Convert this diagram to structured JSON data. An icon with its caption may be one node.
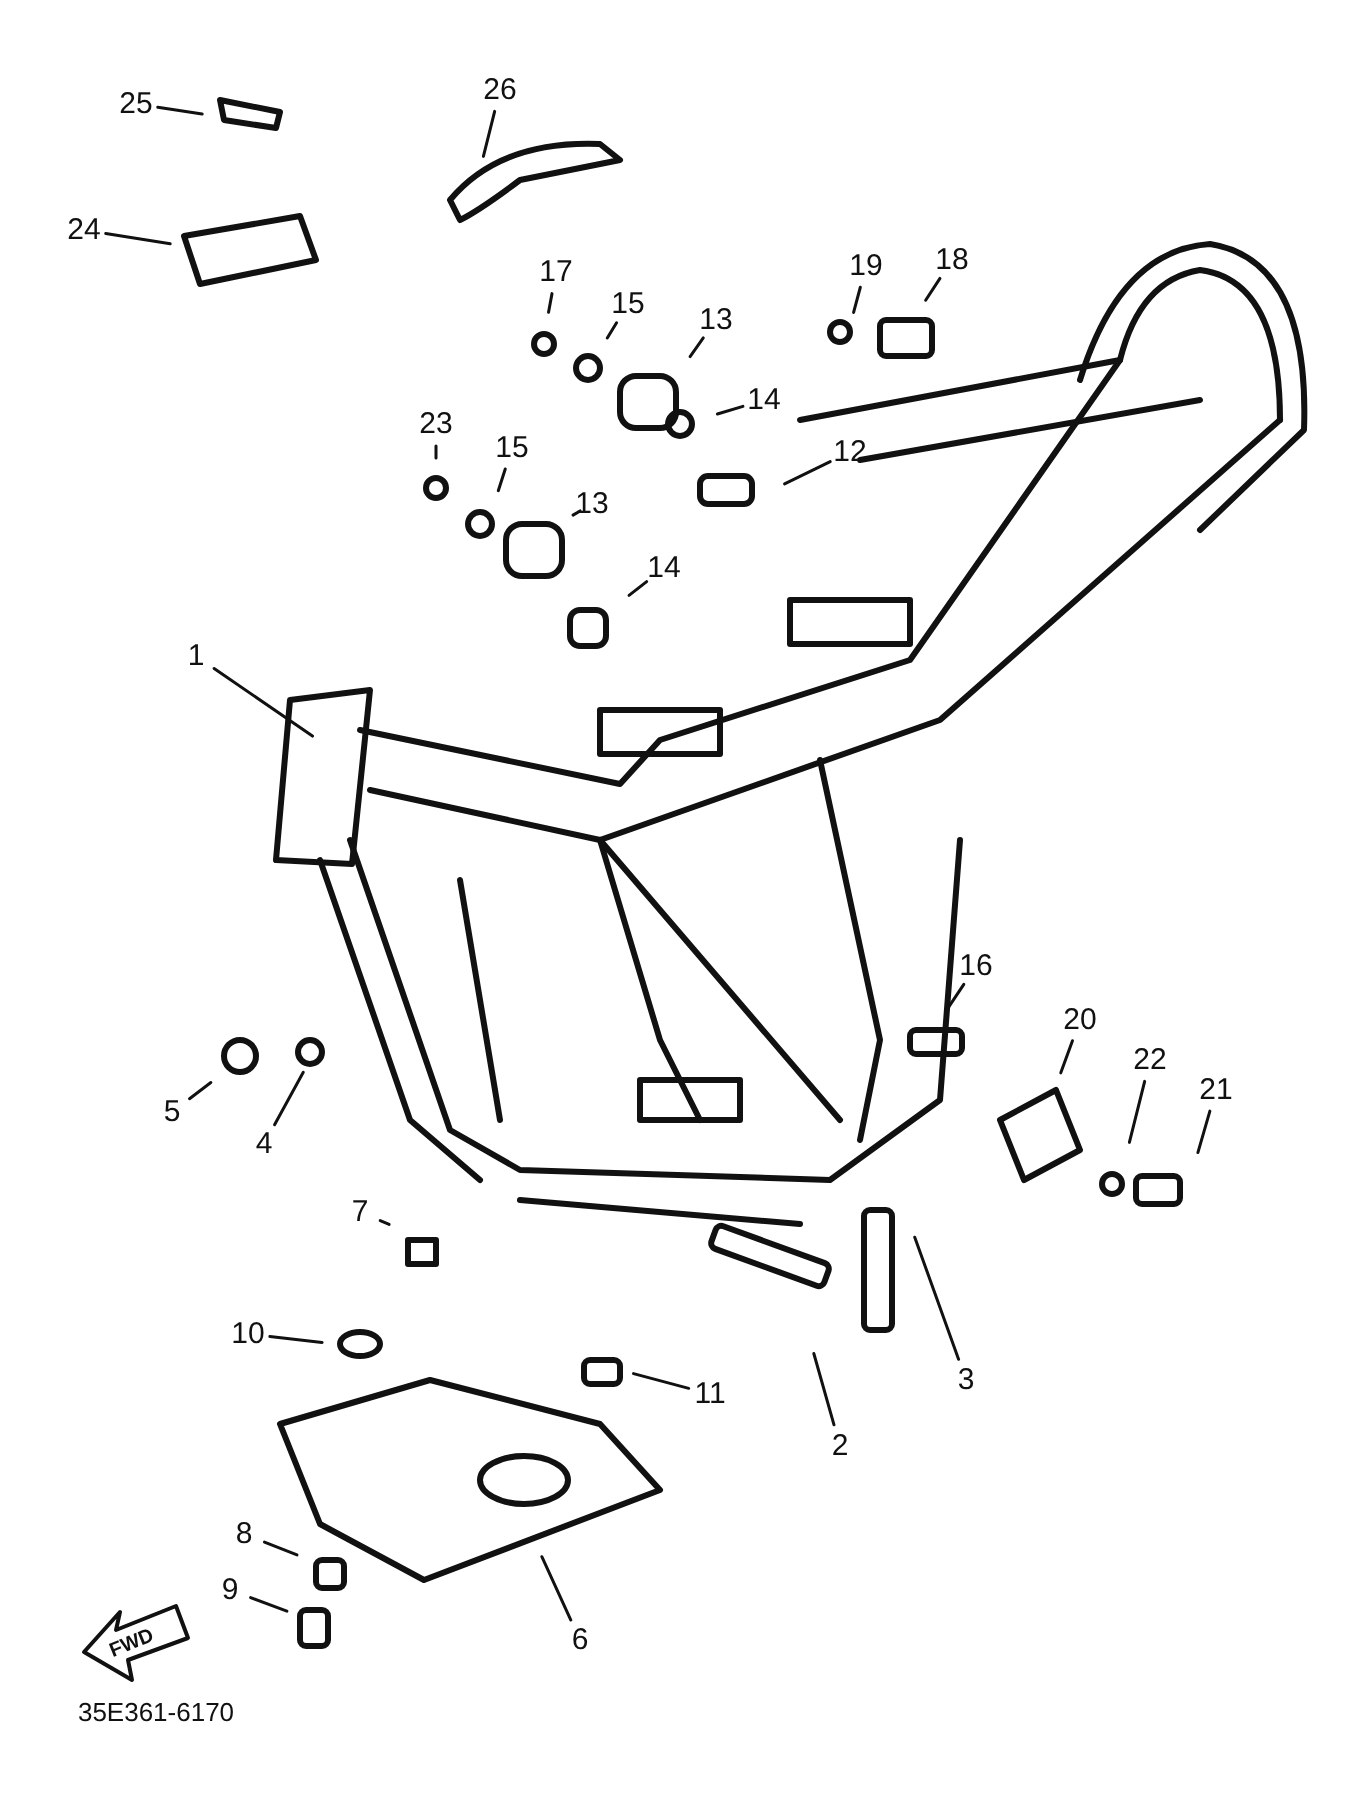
{
  "diagram": {
    "nodes": [
      {
        "text": [
          "25"
        ]
      },
      {
        "text": [
          "26"
        ]
      },
      {
        "text": [
          "24"
        ]
      },
      {
        "text": [
          "17"
        ]
      },
      {
        "text": [
          "15"
        ]
      },
      {
        "text": [
          "13"
        ]
      },
      {
        "text": [
          "14"
        ]
      },
      {
        "text": [
          "19"
        ]
      },
      {
        "text": [
          "18"
        ]
      },
      {
        "text": [
          "23"
        ]
      },
      {
        "text": [
          "15"
        ]
      },
      {
        "text": [
          "13"
        ]
      },
      {
        "text": [
          "14"
        ]
      },
      {
        "text": [
          "12"
        ]
      },
      {
        "text": [
          "1"
        ]
      },
      {
        "text": [
          "16"
        ]
      },
      {
        "text": [
          "20"
        ]
      },
      {
        "text": [
          "22"
        ]
      },
      {
        "text": [
          "21"
        ]
      },
      {
        "text": [
          "5"
        ]
      },
      {
        "text": [
          "4"
        ]
      },
      {
        "text": [
          "7"
        ]
      },
      {
        "text": [
          "3"
        ]
      },
      {
        "text": [
          "2"
        ]
      },
      {
        "text": [
          "10"
        ]
      },
      {
        "text": [
          "11"
        ]
      },
      {
        "text": [
          "8"
        ]
      },
      {
        "text": [
          "9"
        ]
      },
      {
        "text": [
          "6"
        ]
      }
    ],
    "edges": [
      {
        "from": 0,
        "to": null,
        "arrow": "none"
      },
      {
        "from": 1,
        "to": null,
        "arrow": "none"
      },
      {
        "from": 2,
        "to": null,
        "arrow": "none"
      },
      {
        "from": 3,
        "to": null,
        "arrow": "none"
      },
      {
        "from": 4,
        "to": null,
        "arrow": "none"
      },
      {
        "from": 5,
        "to": null,
        "arrow": "none"
      },
      {
        "from": 6,
        "to": null,
        "arrow": "none"
      },
      {
        "from": 7,
        "to": null,
        "arrow": "none"
      },
      {
        "from": 8,
        "to": null,
        "arrow": "none"
      },
      {
        "from": 9,
        "to": null,
        "arrow": "none"
      },
      {
        "from": 10,
        "to": null,
        "arrow": "none"
      },
      {
        "from": 11,
        "to": null,
        "arrow": "none"
      },
      {
        "from": 12,
        "to": null,
        "arrow": "none"
      },
      {
        "from": 13,
        "to": null,
        "arrow": "none"
      },
      {
        "from": 14,
        "to": null,
        "arrow": "none"
      },
      {
        "from": 15,
        "to": null,
        "arrow": "none"
      },
      {
        "from": 16,
        "to": null,
        "arrow": "none"
      },
      {
        "from": 17,
        "to": null,
        "arrow": "none"
      },
      {
        "from": 18,
        "to": null,
        "arrow": "none"
      },
      {
        "from": 19,
        "to": null,
        "arrow": "none"
      },
      {
        "from": 20,
        "to": null,
        "arrow": "none"
      },
      {
        "from": 21,
        "to": null,
        "arrow": "none"
      },
      {
        "from": 22,
        "to": null,
        "arrow": "none"
      },
      {
        "from": 23,
        "to": null,
        "arrow": "none"
      },
      {
        "from": 24,
        "to": null,
        "arrow": "none"
      },
      {
        "from": 25,
        "to": null,
        "arrow": "none"
      },
      {
        "from": 26,
        "to": null,
        "arrow": "none"
      },
      {
        "from": 27,
        "to": null,
        "arrow": "none"
      },
      {
        "from": 28,
        "to": null,
        "arrow": "none"
      }
    ],
    "labels": [
      "FWD",
      "35E361-6170"
    ]
  }
}
